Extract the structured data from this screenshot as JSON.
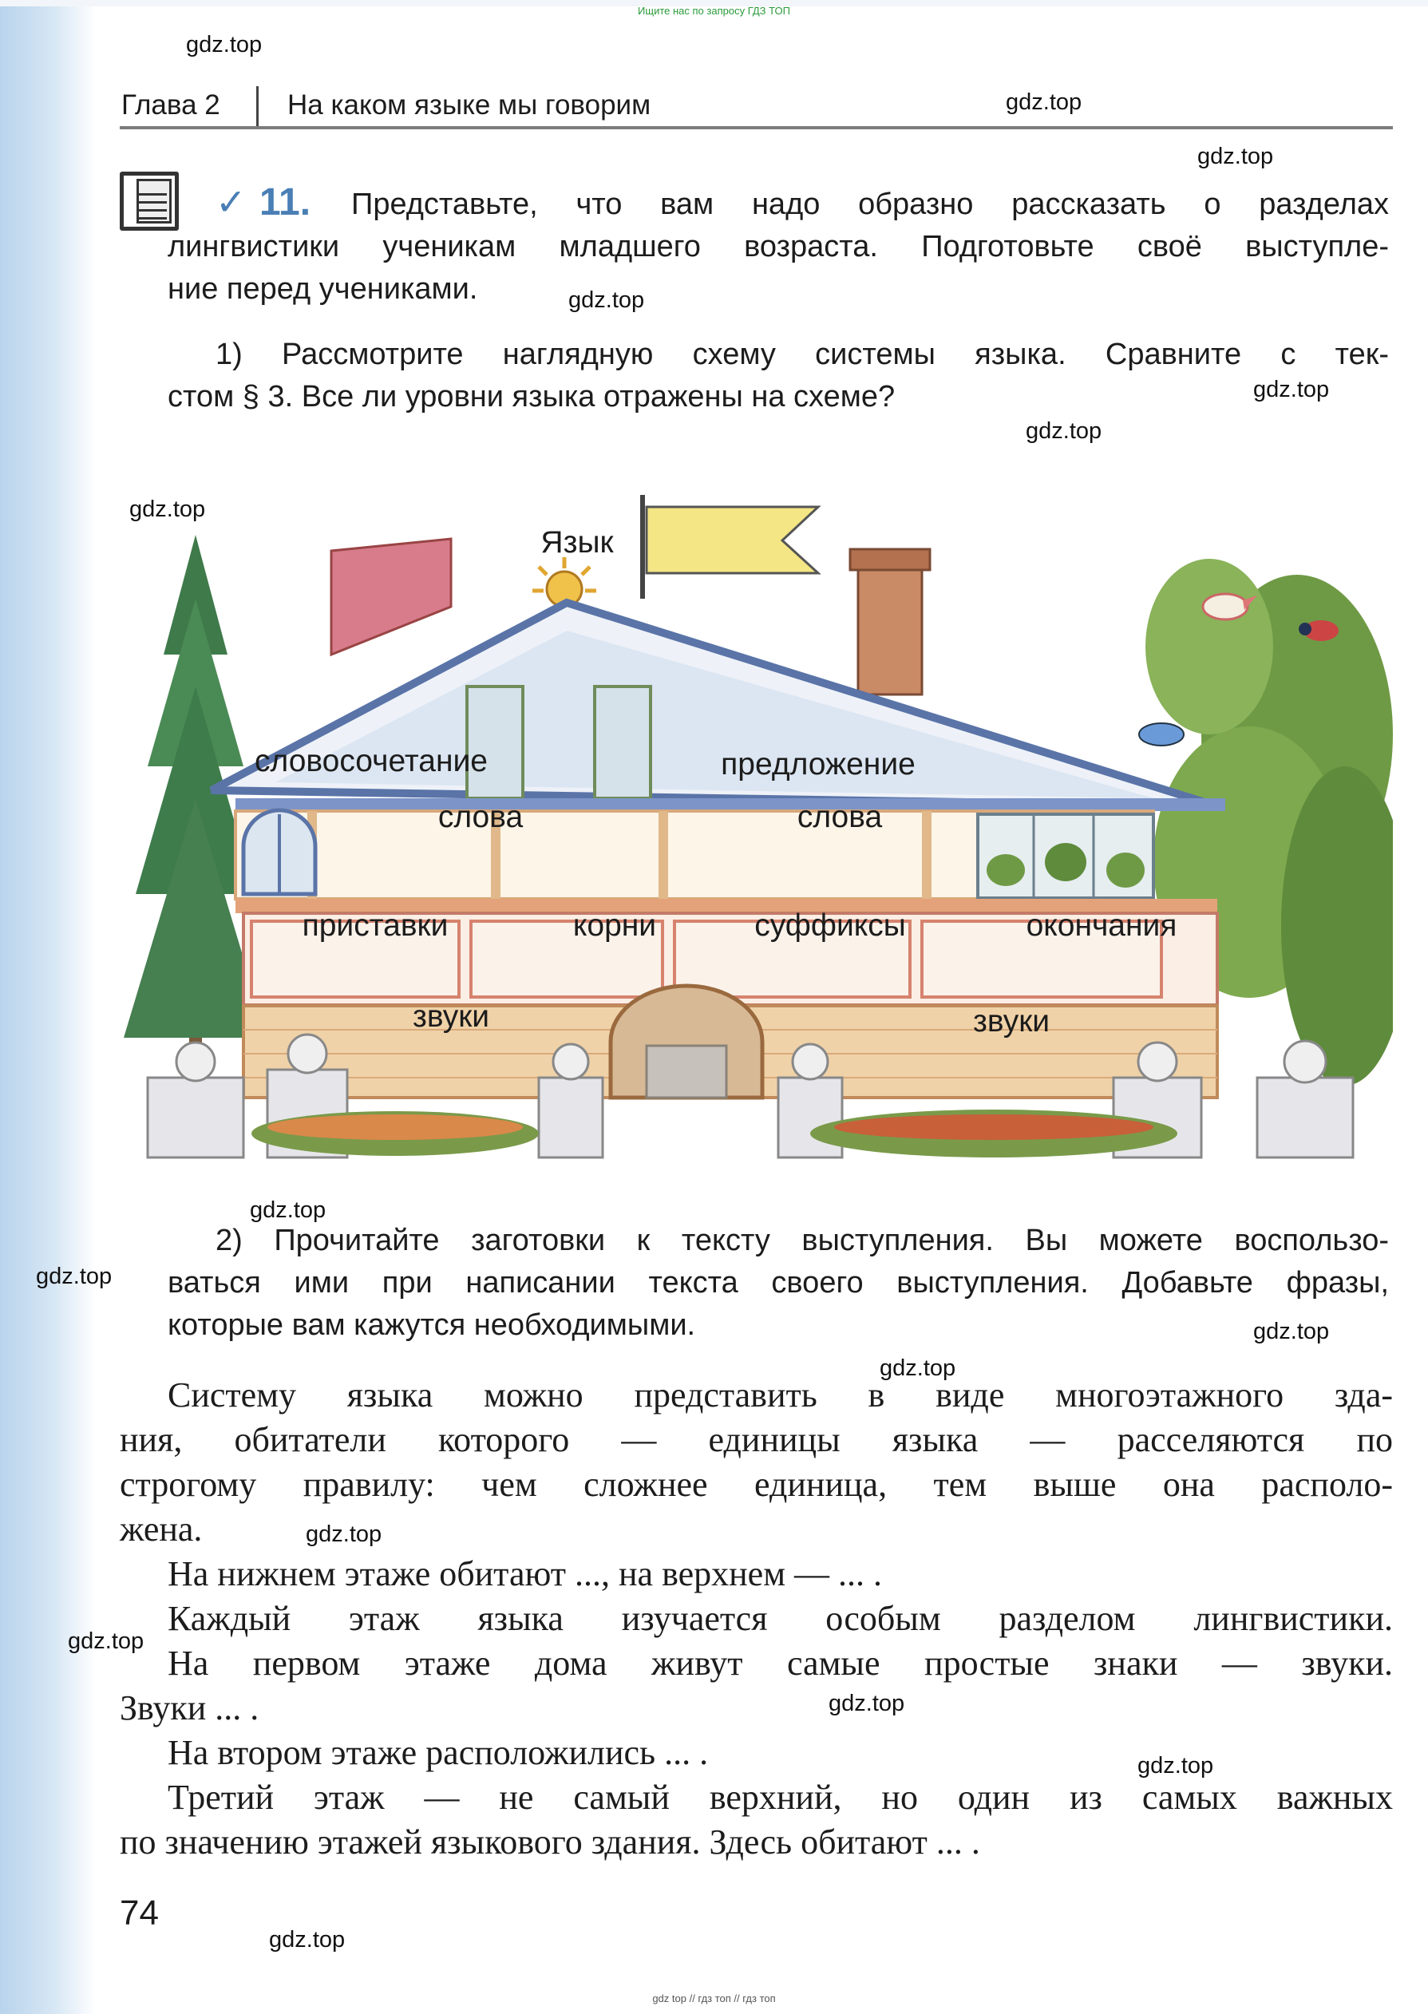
{
  "top_note": "Ищите нас по запросу ГДЗ ТОП",
  "bottom_note": "gdz top  //  гдз топ  //  гдз топ",
  "watermark": "gdz.top",
  "header": {
    "chapter": "Глава 2",
    "title": "На каком языке мы говорим"
  },
  "task": {
    "number": "11.",
    "lines": [
      "Представьте, что вам надо образно рассказать о разделах",
      "лингвистики ученикам младшего возраста. Подготовьте своё выступле-",
      "ние перед учениками."
    ]
  },
  "step1": [
    "1) Рассмотрите наглядную схему системы языка. Сравните с тек-",
    "стом § 3. Все ли уровни языка отражены на схеме?"
  ],
  "house_labels": {
    "flag": "Язык",
    "phrase": "словосочетание",
    "sentence": "предложение",
    "words_left": "слова",
    "words_right": "слова",
    "prefixes": "приставки",
    "roots": "корни",
    "suffixes": "суффиксы",
    "endings": "окончания",
    "sounds_left": "звуки",
    "sounds_right": "звуки"
  },
  "step2": [
    "2) Прочитайте заготовки к тексту выступления. Вы можете воспользо-",
    "ваться ими при написании текста своего выступления. Добавьте фразы,",
    "которые вам кажутся необходимыми."
  ],
  "text": {
    "p1": [
      "Систему языка можно представить в виде многоэтажного зда-",
      "ния, обитатели которого — единицы языка — расселяются по",
      "строгому правилу: чем сложнее единица, тем выше она располо-",
      "жена."
    ],
    "l2": "На нижнем этаже обитают ..., на верхнем — ... .",
    "l3": "Каждый этаж языка изучается особым разделом лингвистики.",
    "l4": "На первом этаже дома живут самые простые знаки — звуки.",
    "l5": "Звуки ... .",
    "l6": "На втором этаже расположились ... .",
    "l7": "Третий этаж — не самый верхний, но один из самых важных",
    "l8": "по значению этажей языкового здания. Здесь обитают ... ."
  },
  "page_number": "74"
}
